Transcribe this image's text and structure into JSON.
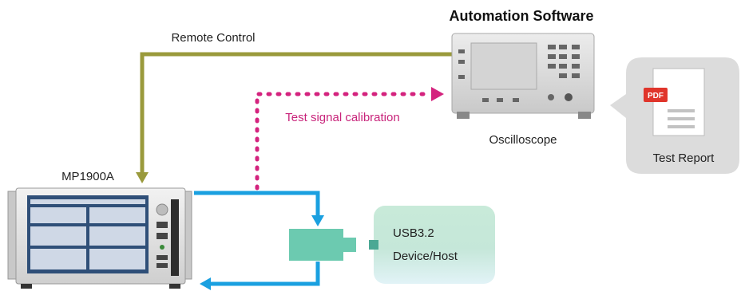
{
  "title": "Automation Software",
  "labels": {
    "remote_control": "Remote Control",
    "test_signal": "Test signal calibration",
    "oscilloscope": "Oscilloscope",
    "test_report": "Test Report",
    "mp1900a": "MP1900A",
    "dut_line1": "USB3.2",
    "dut_line2": "Device/Host",
    "pdf_badge": "PDF"
  },
  "colors": {
    "remote_line": "#9a9a3c",
    "calibration_line": "#d4237e",
    "signal_line": "#1aa0e0",
    "dut_fill": "#c5e8dc",
    "fixture": "#6ccab0",
    "report_panel": "#dcdcdc",
    "pdf_red": "#e0352b"
  }
}
